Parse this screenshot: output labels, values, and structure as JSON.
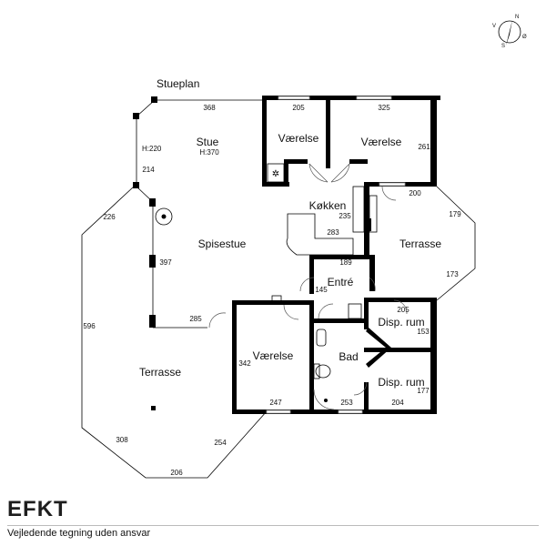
{
  "rooms": {
    "stueplan": "Stueplan",
    "stue": "Stue",
    "stue_height": "H:370",
    "vaerelse_top_left": "Værelse",
    "vaerelse_top_right": "Værelse",
    "koekken": "Køkken",
    "spisestue": "Spisestue",
    "terrasse_right": "Terrasse",
    "entre": "Entré",
    "disp_rum_1": "Disp. rum",
    "disp_rum_2": "Disp. rum",
    "vaerelse_bottom": "Værelse",
    "bad": "Bad",
    "terrasse_left": "Terrasse",
    "h220": "H:220"
  },
  "dimensions": {
    "d368": "368",
    "d205_top": "205",
    "d325": "325",
    "d261": "261",
    "d214": "214",
    "d226": "226",
    "d235": "235",
    "d283": "283",
    "d200": "200",
    "d179": "179",
    "d397": "397",
    "d189": "189",
    "d173": "173",
    "d145": "145",
    "d205_mid": "205",
    "d153": "153",
    "d596": "596",
    "d285": "285",
    "d342": "342",
    "d177": "177",
    "d247": "247",
    "d253": "253",
    "d204": "204",
    "d308": "308",
    "d254": "254",
    "d206": "206"
  },
  "footer": {
    "logo_e": "E",
    "logo_f": "F",
    "logo_k": "K",
    "logo_t": "T",
    "tagline": "Vejledende tegning uden ansvar"
  },
  "compass": {
    "n": "N",
    "o": "Ø",
    "s": "S",
    "v": "V"
  }
}
